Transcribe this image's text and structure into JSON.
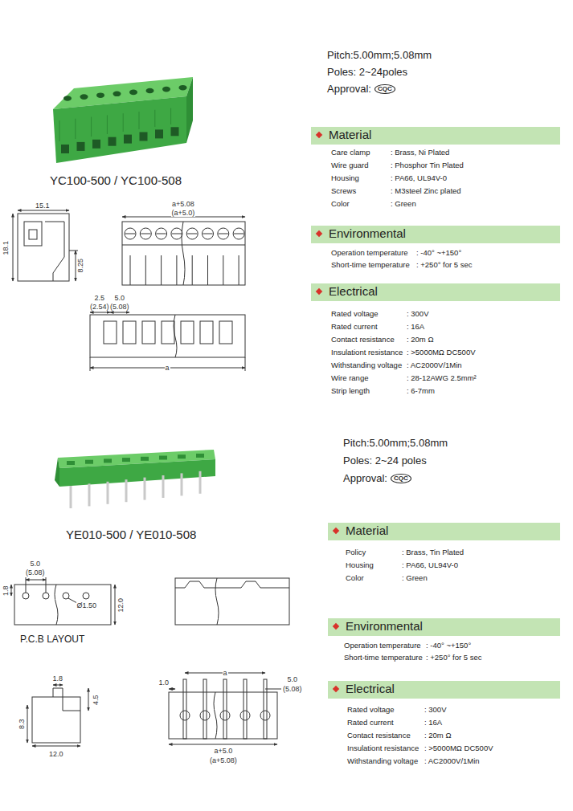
{
  "diagram": {
    "nodes": [
      {
        "text": [
          "Material"
        ]
      },
      {
        "text": [
          "Environmental"
        ]
      },
      {
        "text": [
          "Electrical"
        ]
      },
      {
        "text": [
          "Material"
        ]
      },
      {
        "text": [
          "Environmental"
        ]
      },
      {
        "text": [
          "Electrical"
        ]
      }
    ],
    "labels": [
      "Pitch:5.00mm;5.08mm",
      "Poles: 2~24poles",
      "Approval:",
      "CQC",
      "YC100-500 / YC100-508",
      "Care clamp",
      ": Brass, Ni Plated",
      "Wire guard",
      ": Phosphor Tin Plated",
      "Housing",
      ": PA66, UL94V-0",
      "Screws",
      ": M3steel Zinc plated",
      "Color",
      ": Green",
      "Operation temperature",
      ": -40° ~+150°",
      "Short-time temperature",
      ": +250° for 5 sec",
      "Rated voltage",
      ": 300V",
      "Rated current",
      ": 16A",
      "Contact resistance",
      ": 20m Ω",
      "Insulationt resistance",
      ": >5000MΩ DC500V",
      "Withstanding voltage",
      ": AC2000V/1Min",
      "Wire range",
      ": 28-12AWG 2.5mm²",
      "Strip length",
      ": 6-7mm",
      "15.1",
      "18.1",
      "8.25",
      "a+5.08",
      "(a+5.0)",
      "2.5",
      "(2.54)",
      "5.0",
      "(5.08)",
      "a",
      "Pitch:5.00mm;5.08mm",
      "Poles: 2~24 poles",
      "Approval:",
      "CQC",
      "YE010-500 / YE010-508",
      "Policy",
      ": Brass, Tin Plated",
      "Housing",
      ": PA66, UL94V-0",
      "Color",
      ": Green",
      "Operation temperature",
      ": -40° ~+150°",
      "Short-time temperature",
      ": +250° for 5 sec",
      "Rated voltage",
      ": 300V",
      "Rated current",
      ": 16A",
      "Contact resistance",
      ": 20m Ω",
      "Insulationt resistance",
      ": >5000MΩ DC500V",
      "Withstanding voltage",
      ": AC2000V/1Min",
      "5.0",
      "(5.08)",
      "Ø1.50",
      "1.8",
      "12.0",
      "P.C.B LAYOUT",
      "1.8",
      "4.5",
      "8.3",
      "12.0",
      "a",
      "5.0",
      "(5.08)",
      "1.0",
      "a+5.0",
      "(a+5.08)"
    ]
  }
}
